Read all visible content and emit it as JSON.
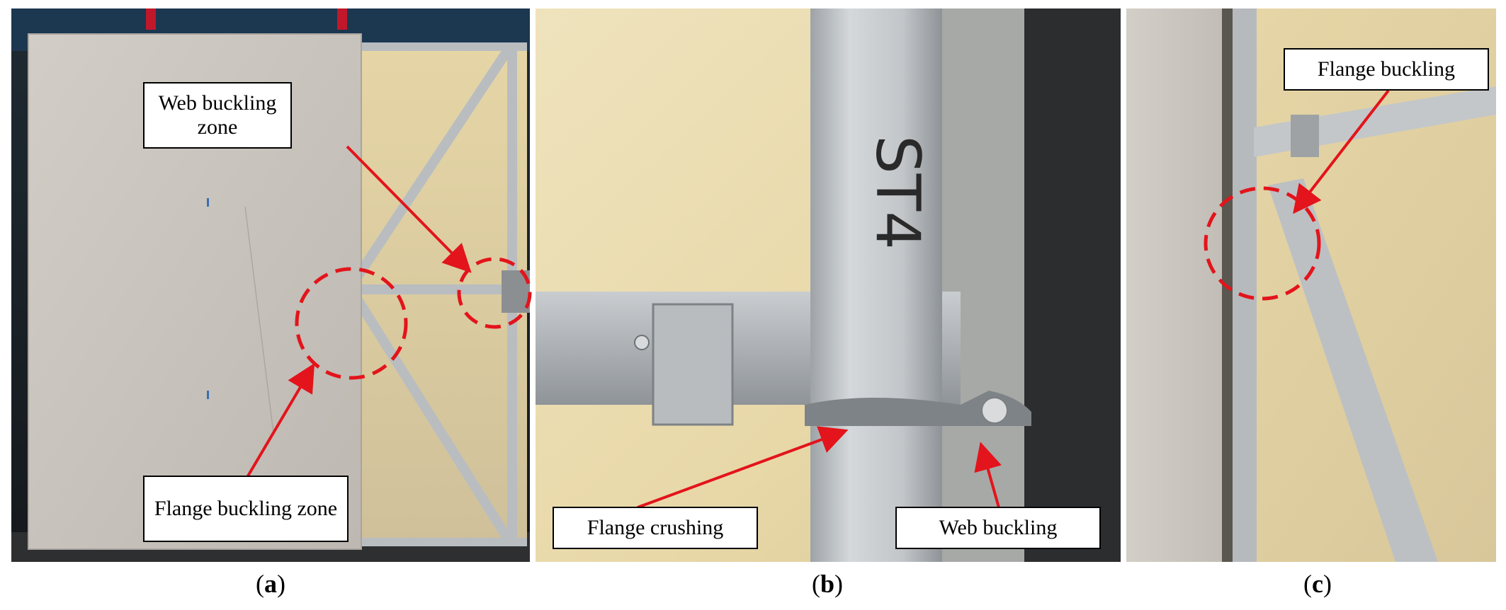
{
  "panels": {
    "a": {
      "caption_prefix": "(",
      "caption_letter": "a",
      "caption_suffix": ")",
      "callouts": {
        "web_zone": "Web buckling zone",
        "flange_zone": "Flange buckling zone"
      }
    },
    "b": {
      "caption_prefix": "(",
      "caption_letter": "b",
      "caption_suffix": ")",
      "stud_marking": "ST4",
      "callouts": {
        "flange_crushing": "Flange crushing",
        "web_buckling": "Web buckling"
      }
    },
    "c": {
      "caption_prefix": "(",
      "caption_letter": "c",
      "caption_suffix": ")",
      "callouts": {
        "flange_buckling": "Flange buckling"
      }
    }
  },
  "colors": {
    "annotation_red": "#e3141b",
    "board_gray": "#c9c4bd",
    "insulation_yellow": "#e3d3a2",
    "steel": "#c4c8cb",
    "background_dark": "#25282b"
  }
}
